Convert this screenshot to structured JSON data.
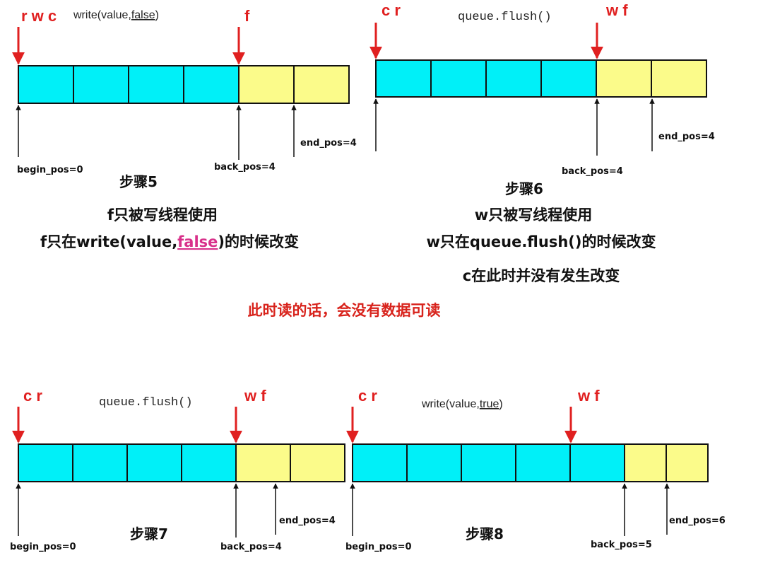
{
  "colors": {
    "filled_cell": "#00f0f8",
    "empty_cell": "#fbfb8a",
    "pointer_red": "#e02020",
    "highlight_pink": "#d8308a",
    "warning_red": "#d8231c"
  },
  "panels": [
    {
      "pointer_left": "r w c",
      "pointer_right": "f",
      "operation": {
        "prefix": "write(value,",
        "arg": "false",
        "suffix": ")"
      },
      "filled_cells": 4,
      "empty_cells": 2,
      "begin_label": "begin_pos=0",
      "back_label": "back_pos=4",
      "end_label": "end_pos=4",
      "step": "步骤5",
      "notes": [
        "f只被写线程使用"
      ],
      "rich_note": {
        "prefix": "f只在write(value,",
        "arg": "false",
        "suffix": ")的时候改变"
      }
    },
    {
      "pointer_left": "c r",
      "pointer_right": "w f",
      "operation_code": "queue.flush()",
      "filled_cells": 4,
      "empty_cells": 2,
      "back_label": "back_pos=4",
      "end_label": "end_pos=4",
      "step": "步骤6",
      "notes": [
        "w只被写线程使用",
        "w只在queue.flush()的时候改变",
        "c在此时并没有发生改变"
      ]
    },
    {
      "pointer_left": "c r",
      "pointer_right": "w f",
      "operation_code": "queue.flush()",
      "filled_cells": 4,
      "empty_cells": 2,
      "begin_label": "begin_pos=0",
      "back_label": "back_pos=4",
      "end_label": "end_pos=4",
      "step": "步骤7"
    },
    {
      "pointer_left": "c r",
      "pointer_right": "w f",
      "operation": {
        "prefix": "write(value,",
        "arg": "true",
        "suffix": ")"
      },
      "filled_cells": 5,
      "empty_cells": 2,
      "begin_label": "begin_pos=0",
      "back_label": "back_pos=5",
      "end_label": "end_pos=6",
      "step": "步骤8"
    }
  ],
  "warning": "此时读的话，会没有数据可读"
}
